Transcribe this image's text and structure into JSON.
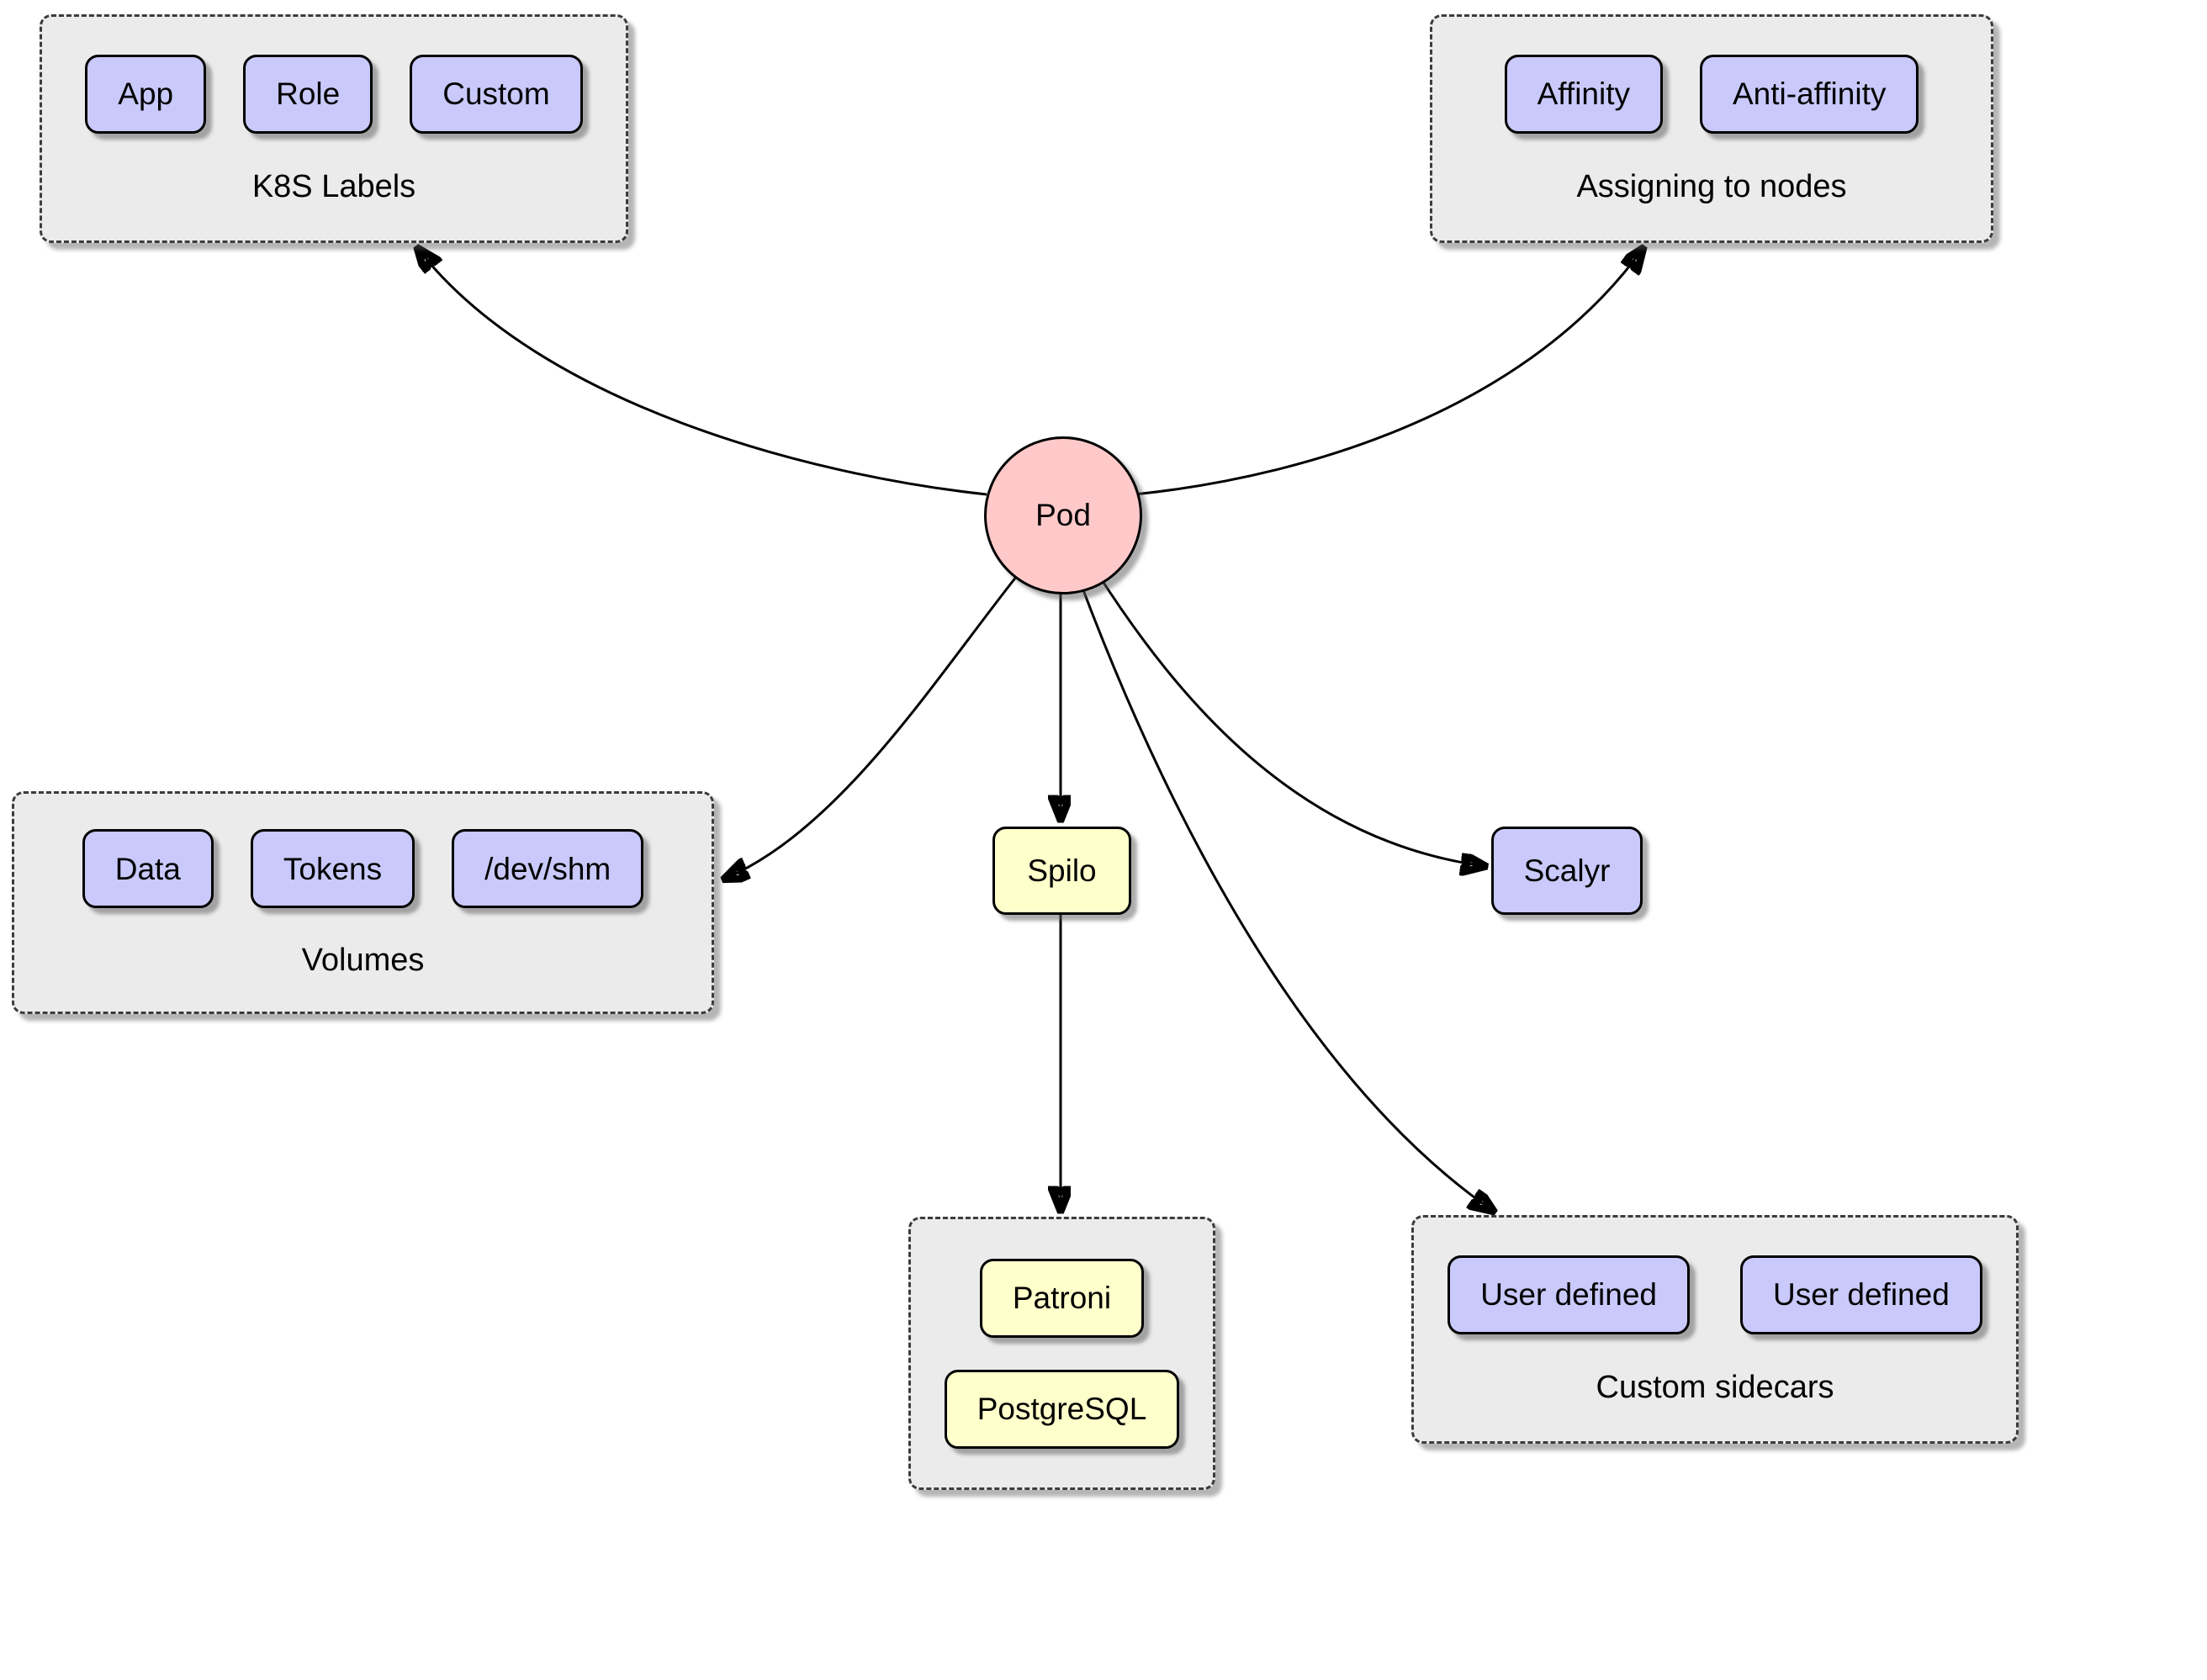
{
  "pod": {
    "label": "Pod"
  },
  "nodes": {
    "spilo": {
      "label": "Spilo"
    },
    "scalyr": {
      "label": "Scalyr"
    }
  },
  "groups": {
    "k8s_labels": {
      "title": "K8S Labels",
      "items": [
        "App",
        "Role",
        "Custom"
      ]
    },
    "assigning_to_nodes": {
      "title": "Assigning to nodes",
      "items": [
        "Affinity",
        "Anti-affinity"
      ]
    },
    "volumes": {
      "title": "Volumes",
      "items": [
        "Data",
        "Tokens",
        "/dev/shm"
      ]
    },
    "spilo_children": {
      "items": [
        "Patroni",
        "PostgreSQL"
      ]
    },
    "custom_sidecars": {
      "title": "Custom sidecars",
      "items": [
        "User defined",
        "User defined"
      ]
    }
  },
  "edges": [
    {
      "from": "Pod",
      "to": "K8S Labels"
    },
    {
      "from": "Pod",
      "to": "Assigning to nodes"
    },
    {
      "from": "Pod",
      "to": "Volumes"
    },
    {
      "from": "Pod",
      "to": "Spilo"
    },
    {
      "from": "Pod",
      "to": "Scalyr"
    },
    {
      "from": "Pod",
      "to": "Custom sidecars"
    },
    {
      "from": "Spilo",
      "to": "Patroni / PostgreSQL"
    }
  ],
  "colors": {
    "node_fill": "#c9c9fb",
    "accent_fill": "#ffffcb",
    "pod_fill": "#ffc9c9",
    "group_fill": "#ebebeb",
    "stroke": "#000000"
  }
}
